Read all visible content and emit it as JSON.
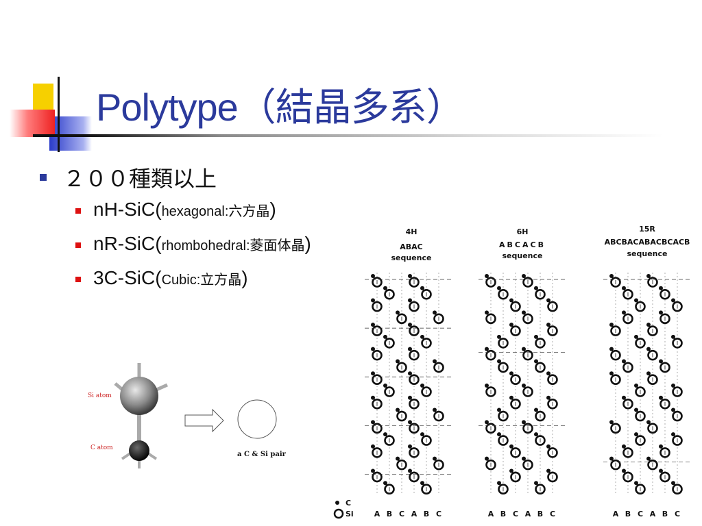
{
  "slide": {
    "title": "Polytype（結晶多系）",
    "bullets": [
      {
        "text": "２００種類以上"
      },
      {
        "main": "nH-SiC(",
        "detail": "hexagonal:六方晶",
        "close": ")"
      },
      {
        "main": "nR-SiC(",
        "detail": "rhombohedral:菱面体晶",
        "close": ")"
      },
      {
        "main": "3C-SiC(",
        "detail": "Cubic:立方晶",
        "close": ")"
      }
    ]
  },
  "atom_figure": {
    "si_label": "Si atom",
    "c_label": "C atom",
    "pair_label": "a C & Si pair"
  },
  "stacking_figure": {
    "columns": [
      {
        "title": "4H",
        "sequence": "ABAC",
        "caption": "sequence"
      },
      {
        "title": "6H",
        "sequence": "ABCACB",
        "caption": "sequence"
      },
      {
        "title": "15R",
        "sequence": "ABCBACABACBCACB",
        "caption": "sequence"
      }
    ],
    "axis_letters": [
      "A",
      "B",
      "C",
      "A",
      "B",
      "C"
    ],
    "legend": {
      "c": "C",
      "si": "Si"
    }
  }
}
